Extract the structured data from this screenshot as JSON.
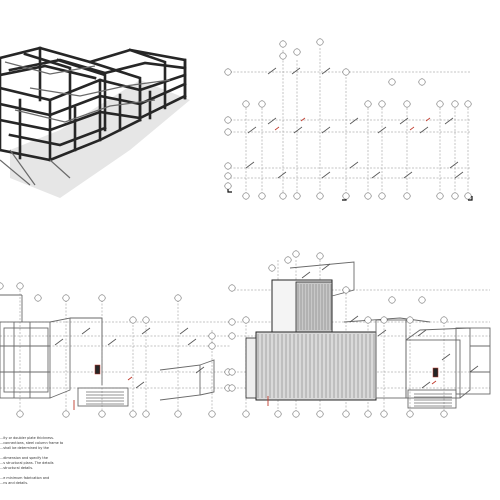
{
  "colors": {
    "background": "#ffffff",
    "steel_dark": "#262626",
    "steel_mid": "#6a6a6a",
    "steel_light": "#a8a8a8",
    "grid_line": "#8a8a8a",
    "connection_accent": "#c0392b",
    "fill_grey": "#d9d9d9"
  },
  "notes": [
    "...ity or doubler plate thickness.",
    "...connections, steel column frame to",
    "...shall be determined by the",
    "",
    "...dimension and specify the",
    "...s structural plans. The details",
    "...structural details.",
    "",
    "...e minimum fabrication and",
    "...ns and details."
  ]
}
